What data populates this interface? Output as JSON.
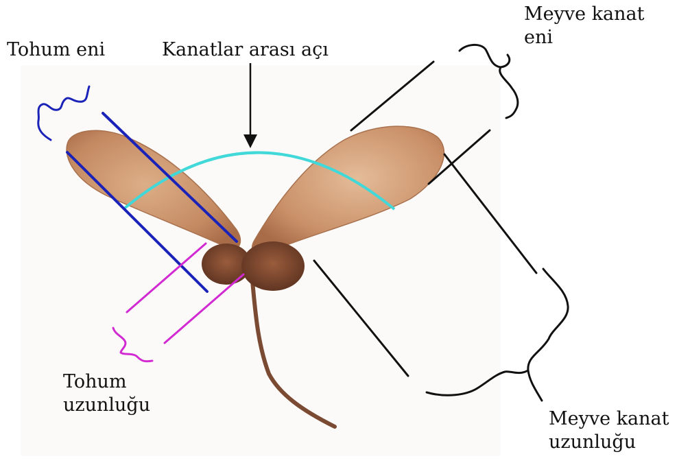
{
  "labels": {
    "seed_width": "Tohum eni",
    "wing_angle": "Kanatlar arası açı",
    "wing_width": [
      "Meyve kanat",
      "eni"
    ],
    "seed_length": [
      "Tohum",
      "uzunluğu"
    ],
    "wing_length": [
      "Meyve kanat",
      "uzunluğu"
    ]
  },
  "colors": {
    "seed_width_marker": "#1a22b8",
    "seed_length_marker": "#d22ad2",
    "angle_arc": "#40d8d8",
    "wing_markers": "#111111",
    "wing_fill": "#c9926a",
    "wing_edge": "#a8704c",
    "seed_body": "#8a5236",
    "stem": "#7a4a32",
    "background": "#fcfaf8"
  },
  "icons": {
    "specimen": "maple-samara-photo",
    "pointer": "down-arrow"
  }
}
